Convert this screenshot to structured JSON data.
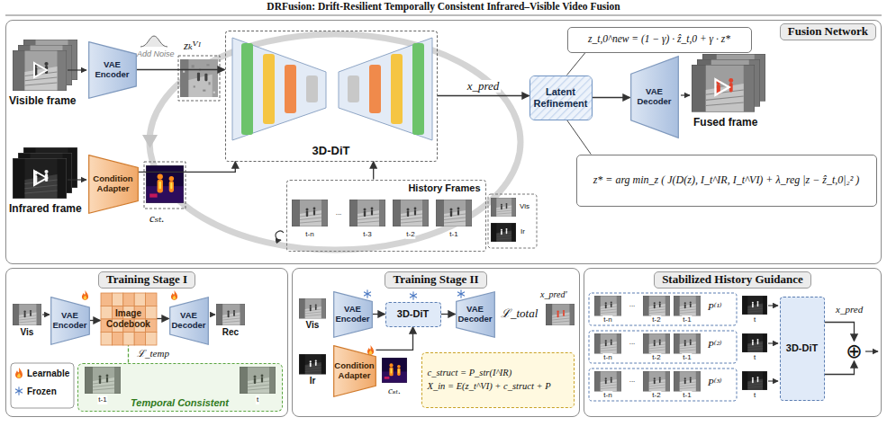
{
  "diagram": {
    "title": "DRFusion: Drift-Resilient Temporally Consistent Infrared–Visible Video Fusion",
    "nodes": [
      {
        "text": [
          "Fusion Network"
        ]
      },
      {
        "text": [
          "VAE Encoder"
        ],
        "in": 0
      },
      {
        "text": [
          "Condition Adapter"
        ],
        "in": 0
      },
      {
        "text": [
          "3D-DiT"
        ],
        "in": 0
      },
      {
        "text": [
          "History Frames"
        ],
        "in": 0
      },
      {
        "text": [
          "Latent Refinement"
        ],
        "in": 0
      },
      {
        "text": [
          "z_t,0^new = (1 − γ) · ẑ_t,0 + γ · z*"
        ],
        "in": 0
      },
      {
        "text": [
          "VAE Decoder"
        ],
        "in": 0
      },
      {
        "text": [
          "z* = arg min_z ( J(D(z), I_t^IR, I_t^VI) + λ_reg |z − ẑ_t,0|₂² )"
        ],
        "in": 0
      },
      {
        "text": [
          "Training Stage I"
        ]
      },
      {
        "text": [
          "VAE Encoder"
        ],
        "in": 9
      },
      {
        "text": [
          "Image Codebook"
        ],
        "in": 9
      },
      {
        "text": [
          "VAE Decoder"
        ],
        "in": 9
      },
      {
        "text": [
          "Temporal Consistent"
        ],
        "in": 9
      },
      {
        "text": [
          "Training Stage II"
        ]
      },
      {
        "text": [
          "VAE Encoder"
        ],
        "in": 14
      },
      {
        "text": [
          "3D-DiT"
        ],
        "in": 14
      },
      {
        "text": [
          "VAE Decoder"
        ],
        "in": 14
      },
      {
        "text": [
          "Condition Adapter"
        ],
        "in": 14
      },
      {
        "text": [
          "c_struct = P_str(I^IR)",
          "X_in = E(z_t^VI) + c_struct + P"
        ],
        "in": 14
      },
      {
        "text": [
          "Stabilized History Guidance"
        ]
      },
      {
        "text": [
          "3D-DiT"
        ],
        "in": 20
      },
      {
        "text": [
          "⊕"
        ],
        "in": 20
      }
    ],
    "edges": [
      {
        "from": 1,
        "to": 3,
        "arrow": "to"
      },
      {
        "from": 2,
        "to": 3,
        "arrow": "to"
      },
      {
        "from": 4,
        "to": 3,
        "arrow": "to"
      },
      {
        "from": 3,
        "to": 5,
        "label": "x_pred",
        "arrow": "to"
      },
      {
        "from": 5,
        "to": 7,
        "arrow": "to"
      },
      {
        "from": 6,
        "to": 5,
        "arrow": "none"
      },
      {
        "from": 8,
        "to": 5,
        "arrow": "none"
      },
      {
        "from": 10,
        "to": 11,
        "arrow": "to"
      },
      {
        "from": 11,
        "to": 12,
        "arrow": "to"
      },
      {
        "from": 13,
        "to": 11,
        "arrow": "none"
      },
      {
        "from": 15,
        "to": 16,
        "arrow": "to"
      },
      {
        "from": 16,
        "to": 17,
        "arrow": "to"
      },
      {
        "from": 18,
        "to": 16,
        "arrow": "to"
      },
      {
        "from": 21,
        "to": 22,
        "arrow": "to"
      },
      {
        "from": 21,
        "to": 22,
        "arrow": "to"
      }
    ],
    "labels": [
      "Visible frame",
      "Infrared frame",
      "Add Noise",
      "zₖⱽᴵ",
      "cₛₜ.",
      "t-n",
      "...",
      "t-3",
      "t-2",
      "t-1",
      "Vis",
      "Ir",
      "Fused frame",
      "Vis",
      "ℒ_temp",
      "Rec",
      "t-1",
      "t",
      "Vis",
      "Ir",
      "cₛₜ.",
      "ℒ_total",
      "x_pred'",
      "P⁽¹⁾",
      "t-n",
      "...",
      "t-2",
      "t-1",
      "t",
      "P⁽²⁾",
      "t-n",
      "...",
      "t-2",
      "t-1",
      "t",
      "P⁽³⁾",
      "t-n",
      "...",
      "t-2",
      "t-1",
      "t",
      "x_pred"
    ],
    "legend": [
      {
        "text": "Learnable"
      },
      {
        "text": "Frozen"
      }
    ]
  }
}
